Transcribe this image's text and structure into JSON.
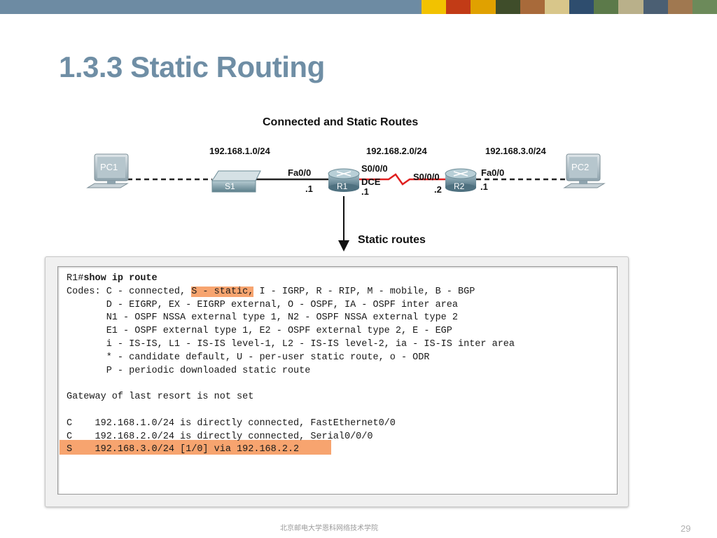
{
  "slide": {
    "title": "1.3.3 Static Routing",
    "footer": "北京邮电大学恩科网络技术学院",
    "page_number": "29"
  },
  "colors": {
    "top_bar": "#6d8ba3",
    "title": "#6f8ea5",
    "highlight": "#f7a46f",
    "serial_link": "#e02020"
  },
  "diagram": {
    "heading": "Connected and Static Routes",
    "networks": [
      "192.168.1.0/24",
      "192.168.2.0/24",
      "192.168.3.0/24"
    ],
    "devices": {
      "pc1": "PC1",
      "switch": "S1",
      "r1": "R1",
      "r2": "R2",
      "pc2": "PC2"
    },
    "r1_labels": {
      "fa": "Fa0/0",
      "fa_host": ".1",
      "serial": "S0/0/0",
      "dce": "DCE",
      "serial_host": ".1"
    },
    "r2_labels": {
      "serial": "S0/0/0",
      "serial_host": ".2",
      "fa": "Fa0/0",
      "fa_host": ".1"
    },
    "arrow_label": "Static routes"
  },
  "terminal": {
    "prompt": "R1#",
    "command": "show ip route",
    "codes_prefix": "Codes: C - connected, ",
    "codes_highlight": "S - static,",
    "codes_rest": " I - IGRP, R - RIP, M - mobile, B - BGP",
    "codes_lines": [
      "       D - EIGRP, EX - EIGRP external, O - OSPF, IA - OSPF inter area",
      "       N1 - OSPF NSSA external type 1, N2 - OSPF NSSA external type 2",
      "       E1 - OSPF external type 1, E2 - OSPF external type 2, E - EGP",
      "       i - IS-IS, L1 - IS-IS level-1, L2 - IS-IS level-2, ia - IS-IS inter area",
      "       * - candidate default, U - per-user static route, o - ODR",
      "       P - periodic downloaded static route"
    ],
    "gateway": "Gateway of last resort is not set",
    "routes": [
      "C    192.168.1.0/24 is directly connected, FastEthernet0/0",
      "C    192.168.2.0/24 is directly connected, Serial0/0/0",
      "S    192.168.3.0/24 [1/0] via 192.168.2.2"
    ]
  }
}
